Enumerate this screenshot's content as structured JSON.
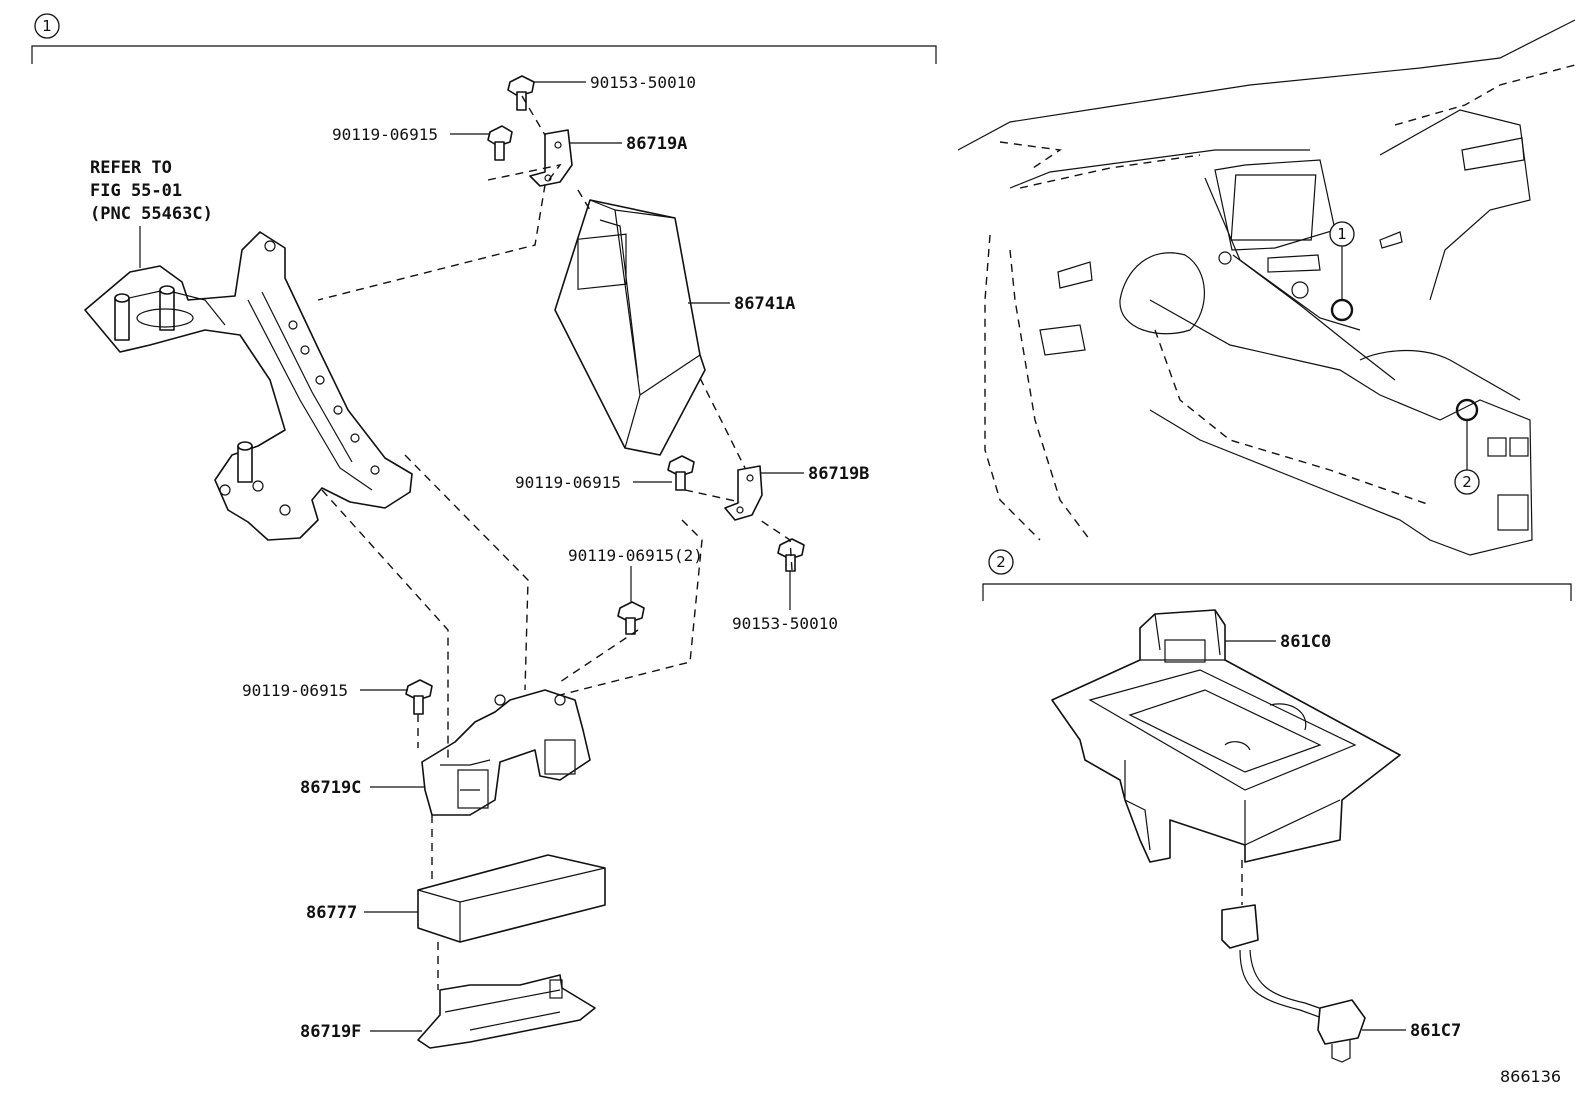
{
  "sections": [
    {
      "marker": "1"
    },
    {
      "marker": "2"
    }
  ],
  "reference": {
    "line1": "REFER TO",
    "line2": "FIG 55-01",
    "line3": "(PNC 55463C)"
  },
  "callouts": {
    "bolt_90153_top": "90153-50010",
    "bolt_90119_top": "90119-06915",
    "bracket_86719A": "86719A",
    "unit_86741A": "86741A",
    "bolt_90119_mid": "90119-06915",
    "bracket_86719B": "86719B",
    "bolt_90119_qty2": "90119-06915(2)",
    "bolt_90153_bottom": "90153-50010",
    "bolt_90119_left": "90119-06915",
    "bracket_86719C": "86719C",
    "module_86777": "86777",
    "bracket_86719F": "86719F",
    "charger_861C0": "861C0",
    "harness_861C7": "861C7"
  },
  "location_markers": [
    "1",
    "2"
  ],
  "illustration_number": "866136"
}
